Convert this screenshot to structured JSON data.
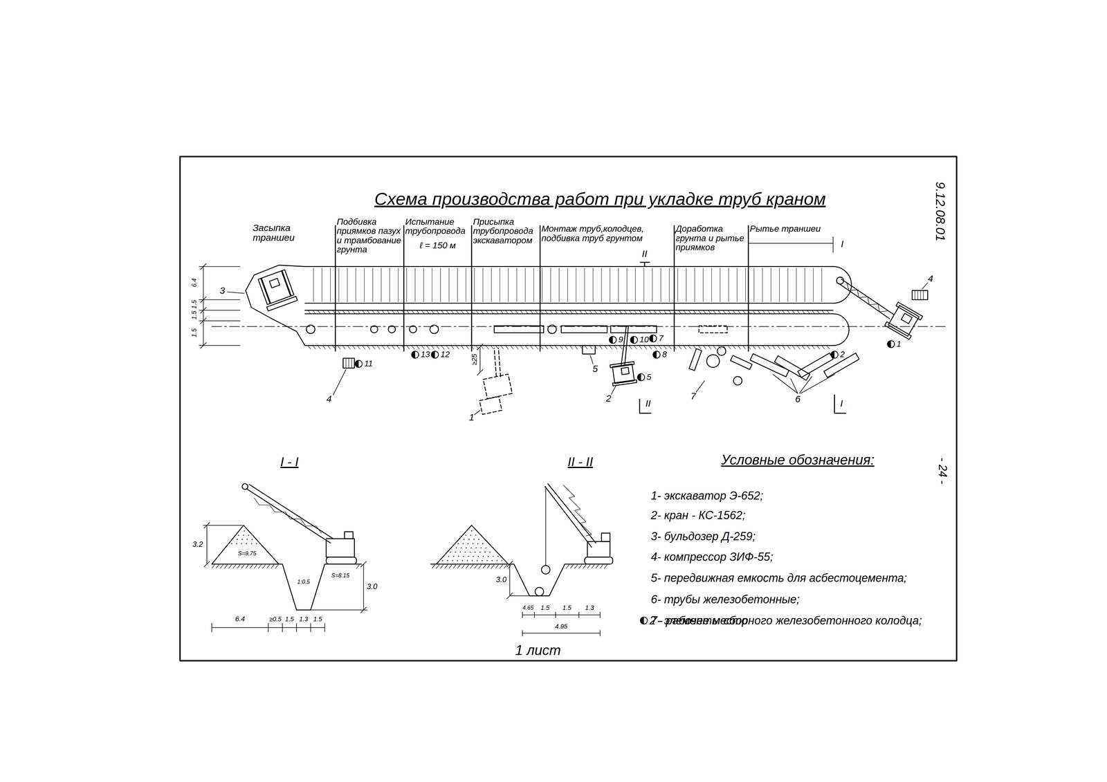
{
  "diagram": {
    "title": "Схема производства работ при укладке труб краном",
    "caption": "1 лист",
    "labels": [
      "Засыпка траншеи",
      "Подбивка приямков пазух и трамбование грунта",
      "Испытание трубопровода",
      "ℓ = 150 м",
      "Присыпка трубопровода экскаватором",
      "Монтаж труб,колодцев, подбивка труб грунтом",
      "Доработка грунта и рытье приямков",
      "Рытье траншеи",
      "I",
      "I",
      "II",
      "II",
      "6.4",
      "1.5",
      "1.5",
      "1.5",
      "≥25",
      "1",
      "2",
      "3",
      "4",
      "4",
      "5",
      "6",
      "7",
      "1",
      "2",
      "5",
      "7",
      "8",
      "9",
      "10",
      "11",
      "12",
      "13",
      "I - I",
      "II - II",
      "3.2",
      "S=9.75",
      "S=8.15",
      "1:0.5",
      "3.0",
      "6.4",
      "≥0.5",
      "1.5",
      "1.3",
      "1.5",
      "3.0",
      "4.65",
      "1.5",
      "1.5",
      "1.3",
      "4.95",
      "Условные обозначения:",
      "9.12.08.01",
      "- 24 -"
    ],
    "legend": [
      {
        "text": "1- экскаватор Э-652;"
      },
      {
        "text": "2- кран - КС-1562;"
      },
      {
        "text": "3- бульдозер Д-259;"
      },
      {
        "text": "4- компрессор ЗИФ-55;"
      },
      {
        "text": "5- передвижная емкость для асбестоцемента;"
      },
      {
        "text": "6- трубы железобетонные;"
      },
      {
        "text": "7- элементы сборного железобетонного колодца;"
      },
      {
        "text": "2 - рабочее место."
      }
    ]
  }
}
